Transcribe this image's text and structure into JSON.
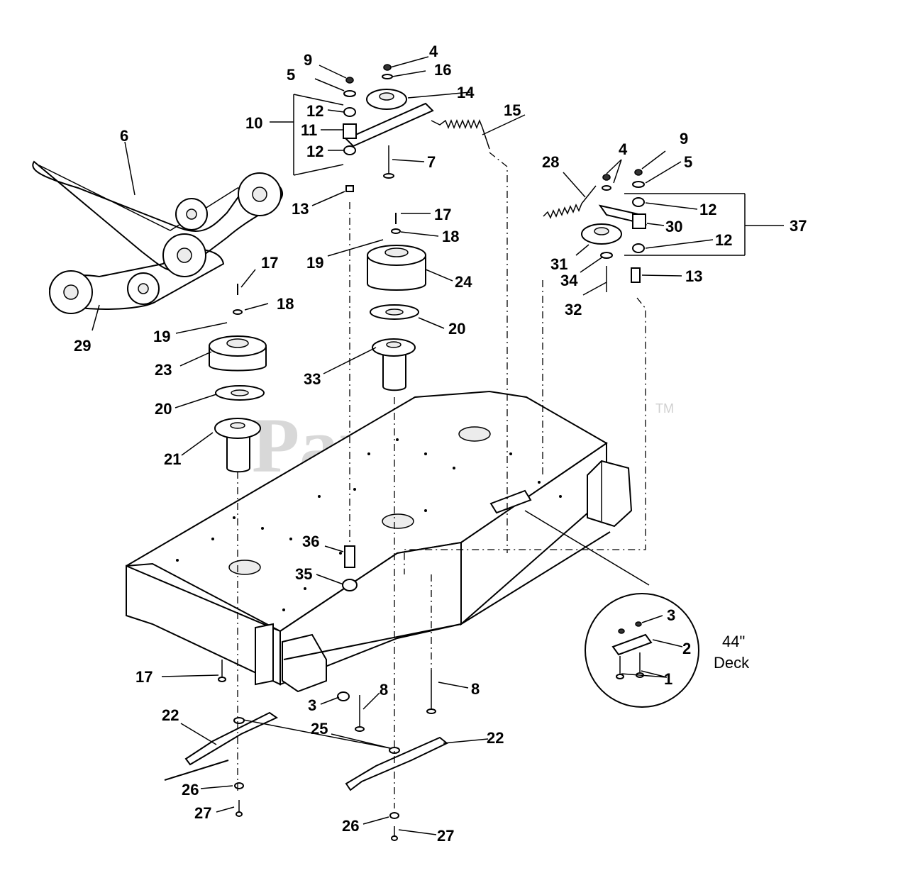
{
  "watermark": {
    "text": "PartsTree",
    "trademark": "TM"
  },
  "deck_note": {
    "line1": "44\"",
    "line2": "Deck"
  },
  "callouts": [
    {
      "id": "c9a",
      "label": "9"
    },
    {
      "id": "c4a",
      "label": "4"
    },
    {
      "id": "c5a",
      "label": "5"
    },
    {
      "id": "c16",
      "label": "16"
    },
    {
      "id": "c14",
      "label": "14"
    },
    {
      "id": "c15",
      "label": "15"
    },
    {
      "id": "c12a",
      "label": "12"
    },
    {
      "id": "c10",
      "label": "10"
    },
    {
      "id": "c11",
      "label": "11"
    },
    {
      "id": "c12b",
      "label": "12"
    },
    {
      "id": "c7",
      "label": "7"
    },
    {
      "id": "c6",
      "label": "6"
    },
    {
      "id": "c13a",
      "label": "13"
    },
    {
      "id": "c28",
      "label": "28"
    },
    {
      "id": "c4b",
      "label": "4"
    },
    {
      "id": "c9b",
      "label": "9"
    },
    {
      "id": "c5b",
      "label": "5"
    },
    {
      "id": "c12c",
      "label": "12"
    },
    {
      "id": "c37",
      "label": "37"
    },
    {
      "id": "c30",
      "label": "30"
    },
    {
      "id": "c12d",
      "label": "12"
    },
    {
      "id": "c31",
      "label": "31"
    },
    {
      "id": "c34",
      "label": "34"
    },
    {
      "id": "c13b",
      "label": "13"
    },
    {
      "id": "c32",
      "label": "32"
    },
    {
      "id": "c17a",
      "label": "17"
    },
    {
      "id": "c18a",
      "label": "18"
    },
    {
      "id": "c19a",
      "label": "19"
    },
    {
      "id": "c24",
      "label": "24"
    },
    {
      "id": "c17b",
      "label": "17"
    },
    {
      "id": "c18b",
      "label": "18"
    },
    {
      "id": "c19b",
      "label": "19"
    },
    {
      "id": "c29",
      "label": "29"
    },
    {
      "id": "c20a",
      "label": "20"
    },
    {
      "id": "c23",
      "label": "23"
    },
    {
      "id": "c33",
      "label": "33"
    },
    {
      "id": "c20b",
      "label": "20"
    },
    {
      "id": "c21",
      "label": "21"
    },
    {
      "id": "c36",
      "label": "36"
    },
    {
      "id": "c35",
      "label": "35"
    },
    {
      "id": "c3a",
      "label": "3"
    },
    {
      "id": "c2",
      "label": "2"
    },
    {
      "id": "c1",
      "label": "1"
    },
    {
      "id": "c17c",
      "label": "17"
    },
    {
      "id": "c3b",
      "label": "3"
    },
    {
      "id": "c8a",
      "label": "8"
    },
    {
      "id": "c8b",
      "label": "8"
    },
    {
      "id": "c22a",
      "label": "22"
    },
    {
      "id": "c25",
      "label": "25"
    },
    {
      "id": "c22b",
      "label": "22"
    },
    {
      "id": "c26a",
      "label": "26"
    },
    {
      "id": "c27a",
      "label": "27"
    },
    {
      "id": "c26b",
      "label": "26"
    },
    {
      "id": "c27b",
      "label": "27"
    }
  ]
}
